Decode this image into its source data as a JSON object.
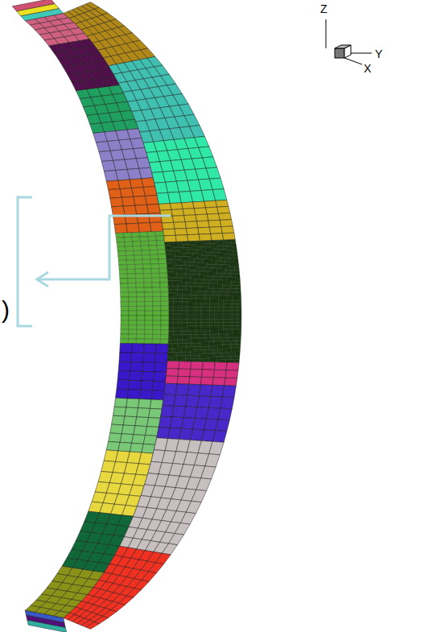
{
  "diagram": {
    "labels": [
      "Z",
      "Y",
      "X",
      ")"
    ]
  }
}
